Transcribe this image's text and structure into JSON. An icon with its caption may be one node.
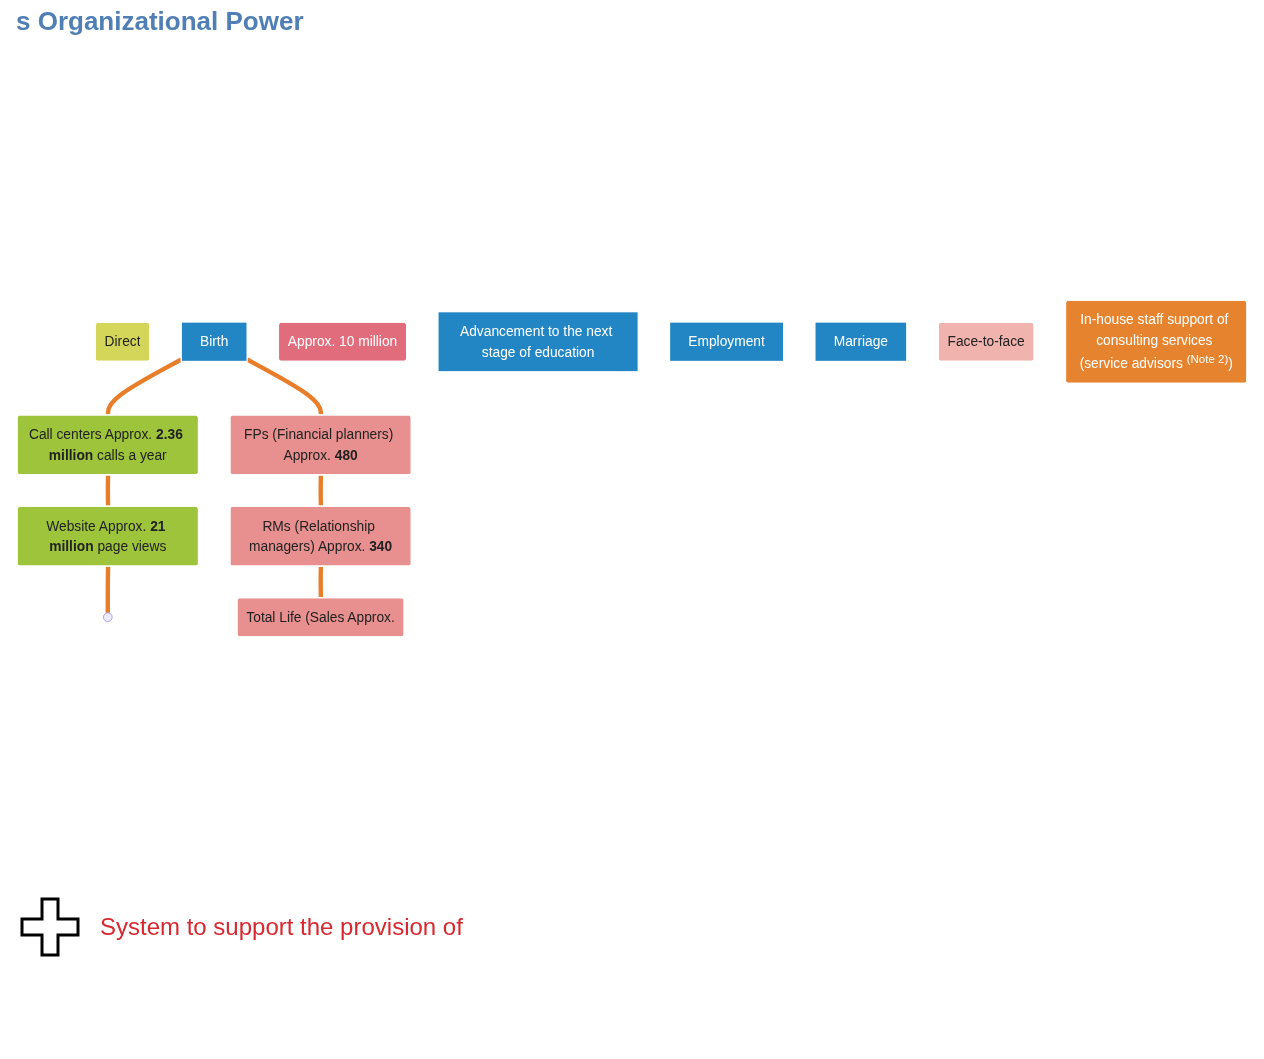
{
  "diagram": {
    "title": "s Organizational Power",
    "nodes": [
      {
        "text": [
          "Direct"
        ]
      },
      {
        "text": [
          "Call centers Approx. **2.36 million** calls a year"
        ]
      },
      {
        "text": [
          "Website Approx. **21 million** page views"
        ]
      },
      {
        "text": [
          "Birth"
        ]
      },
      {
        "text": [
          "Approx. 10 million"
        ]
      },
      {
        "text": [
          "Advancement to the next stage of education"
        ]
      },
      {
        "text": [
          "Employment"
        ]
      },
      {
        "text": [
          "Marriage"
        ]
      },
      {
        "text": [
          "FPs (Financial planners) Approx. **480**"
        ]
      },
      {
        "text": [
          "RMs (Relationship managers) Approx. **340**"
        ]
      },
      {
        "text": [
          "Total Life (Sales Approx."
        ]
      },
      {
        "text": [
          "Face-to-face"
        ]
      },
      {
        "text": [
          "In-house staff support of consulting services (service advisors $^{(Note 2)}$)"
        ]
      }
    ],
    "edges": [
      {
        "from": 3,
        "to": 1,
        "arrow": "none"
      },
      {
        "from": 1,
        "to": 2,
        "arrow": "none"
      },
      {
        "from": 2,
        "to": null,
        "arrow": "none"
      },
      {
        "from": 3,
        "to": 8,
        "arrow": "none"
      },
      {
        "from": 8,
        "to": 9,
        "arrow": "none"
      },
      {
        "from": 9,
        "to": 10,
        "arrow": "none"
      }
    ],
    "labels": [
      "System to support the provision of"
    ]
  }
}
